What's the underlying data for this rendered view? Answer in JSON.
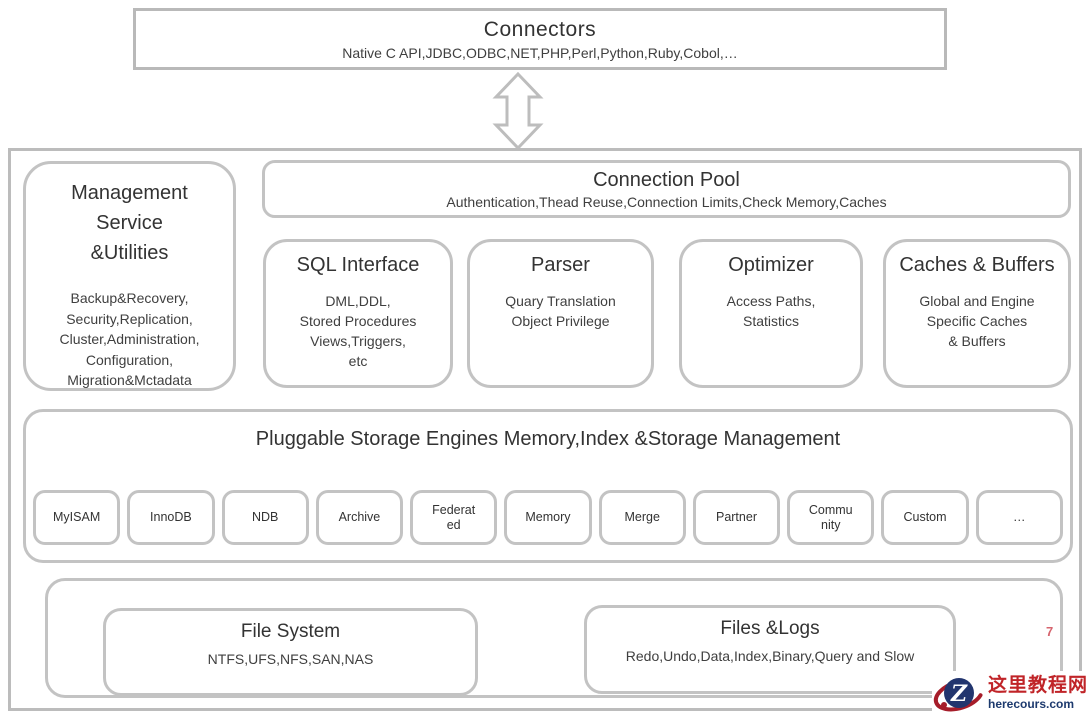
{
  "connectors": {
    "title": "Connectors",
    "subtitle": "Native C API,JDBC,ODBC,NET,PHP,Perl,Python,Ruby,Cobol,…"
  },
  "management": {
    "title": "Management\nService\n&Utilities",
    "body": "Backup&Recovery,\nSecurity,Replication,\nCluster,Administration,\nConfiguration,\nMigration&Mctadata"
  },
  "connection_pool": {
    "title": "Connection Pool",
    "subtitle": "Authentication,Thead Reuse,Connection Limits,Check Memory,Caches"
  },
  "modules": [
    {
      "title": "SQL Interface",
      "body": "DML,DDL,\nStored Procedures\nViews,Triggers,\netc"
    },
    {
      "title": "Parser",
      "body": "Quary Translation\nObject Privilege"
    },
    {
      "title": "Optimizer",
      "body": "Access Paths,\nStatistics"
    },
    {
      "title": "Caches & Buffers",
      "body": "Global and Engine\nSpecific Caches\n& Buffers"
    }
  ],
  "storage": {
    "title": "Pluggable Storage Engines Memory,Index &Storage Management",
    "engines": [
      "MyISAM",
      "InnoDB",
      "NDB",
      "Archive",
      "Federat\ned",
      "Memory",
      "Merge",
      "Partner",
      "Commu\nnity",
      "Custom",
      "…"
    ]
  },
  "files": {
    "file_system": {
      "title": "File System",
      "subtitle": "NTFS,UFS,NFS,SAN,NAS"
    },
    "files_logs": {
      "title": "Files &Logs",
      "subtitle": "Redo,Undo,Data,Index,Binary,Query and Slow"
    }
  },
  "stray_mark": "7",
  "watermark": {
    "logo_letter": "Z",
    "site_name": "这里教程网",
    "site_url": "herecours.com"
  },
  "colors": {
    "border_gray": "#bcbcbc",
    "text_dark": "#3b3b3b",
    "watermark_red": "#c02428",
    "watermark_navy": "#1d3a6e"
  }
}
